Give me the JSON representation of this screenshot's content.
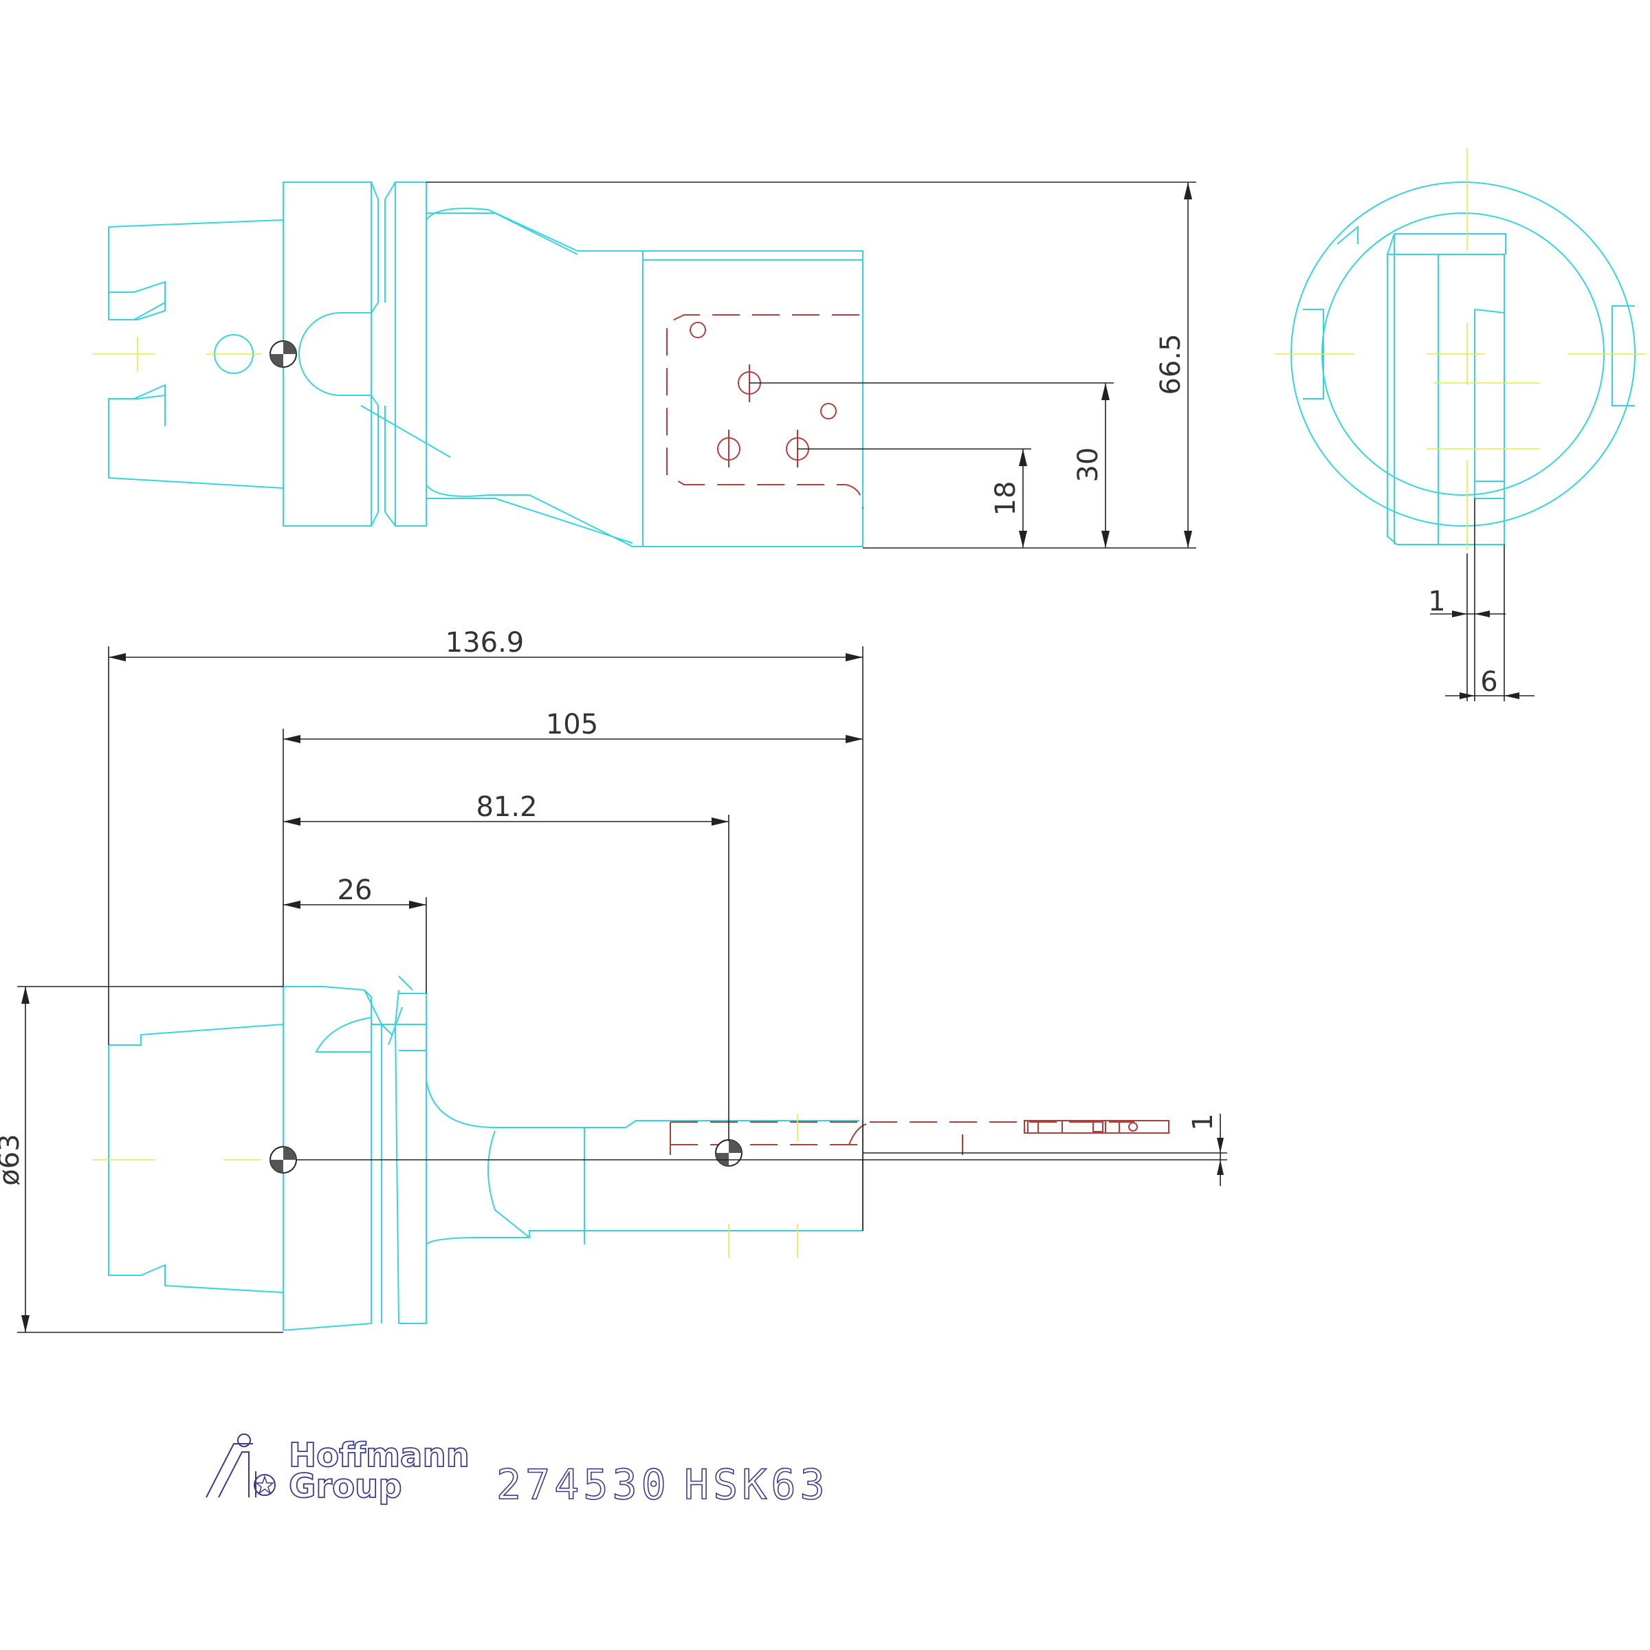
{
  "title_block": {
    "part_number": "274530",
    "tool_name": "HSK63",
    "logo_line1": "Hoffmann",
    "logo_line2": "Group"
  },
  "dimensions": {
    "side_height": "66.5",
    "side_hole_upper": "30",
    "side_hole_lower": "18",
    "overall_length": "136.9",
    "gauge_length": "105",
    "hole_position": "81.2",
    "flange_length": "26",
    "diameter": "ø63",
    "offset_small": "1",
    "end_offset": "1",
    "end_width": "6"
  },
  "colors": {
    "geometry": "#35d4de",
    "centerlines": "#e8e84a",
    "hidden": "#b43c3c",
    "dimensions": "#222222",
    "title": "#3a3a8c"
  }
}
